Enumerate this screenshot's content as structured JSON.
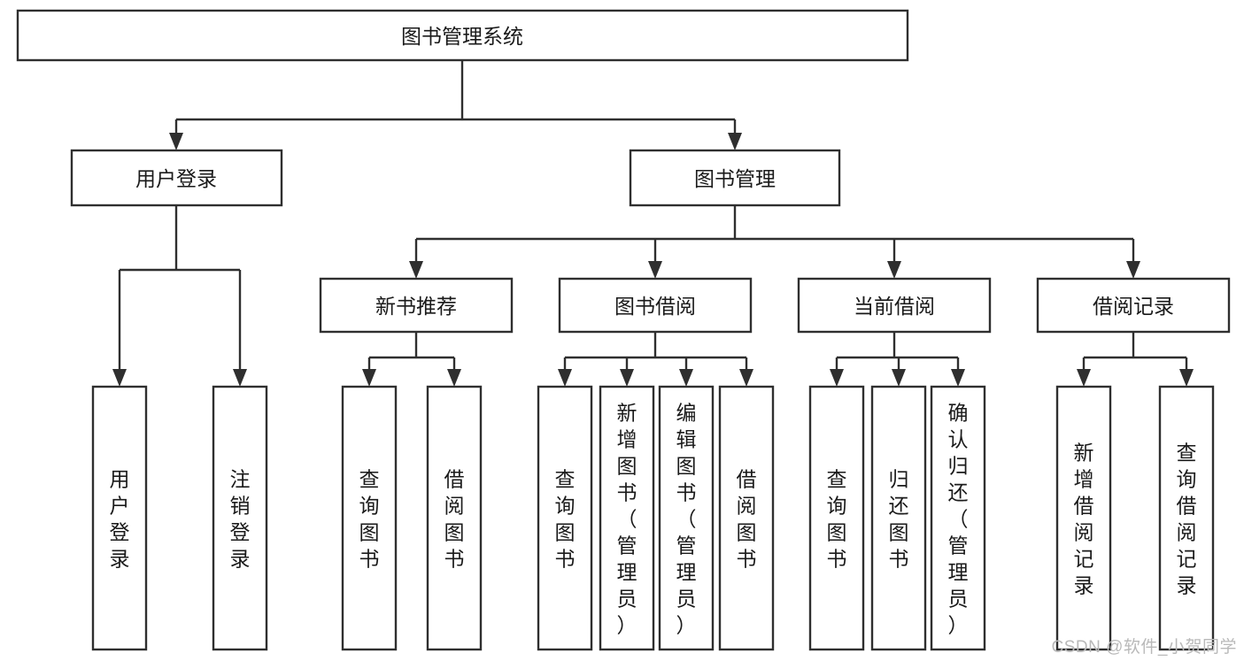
{
  "diagram": {
    "type": "tree-hierarchy",
    "title": "图书管理系统",
    "watermark": "CSDN @软件_小贺同学",
    "colors": {
      "stroke": "#2f2f2f",
      "fill": "#ffffff",
      "text": "#1a1a1a",
      "watermark": "#b9b9b9"
    },
    "nodes": {
      "root": {
        "label": "图书管理系统",
        "orientation": "horizontal"
      },
      "level2": [
        {
          "label": "用户登录",
          "orientation": "horizontal"
        },
        {
          "label": "图书管理",
          "orientation": "horizontal"
        }
      ],
      "level3": [
        {
          "label": "新书推荐",
          "orientation": "horizontal"
        },
        {
          "label": "图书借阅",
          "orientation": "horizontal"
        },
        {
          "label": "当前借阅",
          "orientation": "horizontal"
        },
        {
          "label": "借阅记录",
          "orientation": "horizontal"
        }
      ],
      "leaves_user_login": [
        {
          "label": "用户登录",
          "orientation": "vertical"
        },
        {
          "label": "注销登录",
          "orientation": "vertical"
        }
      ],
      "leaves_new_book": [
        {
          "label": "查询图书",
          "orientation": "vertical"
        },
        {
          "label": "借阅图书",
          "orientation": "vertical"
        }
      ],
      "leaves_borrow": [
        {
          "label": "查询图书",
          "orientation": "vertical"
        },
        {
          "label": "新增图书（管理员）",
          "orientation": "vertical"
        },
        {
          "label": "编辑图书（管理员）",
          "orientation": "vertical"
        },
        {
          "label": "借阅图书",
          "orientation": "vertical"
        }
      ],
      "leaves_current": [
        {
          "label": "查询图书",
          "orientation": "vertical"
        },
        {
          "label": "归还图书",
          "orientation": "vertical"
        },
        {
          "label": "确认归还（管理员）",
          "orientation": "vertical"
        }
      ],
      "leaves_records": [
        {
          "label": "新增借阅记录",
          "orientation": "vertical"
        },
        {
          "label": "查询借阅记录",
          "orientation": "vertical"
        }
      ]
    },
    "edges": [
      {
        "from": "图书管理系统",
        "to": "用户登录"
      },
      {
        "from": "图书管理系统",
        "to": "图书管理"
      },
      {
        "from": "用户登录",
        "to": "用户登录(叶)"
      },
      {
        "from": "用户登录",
        "to": "注销登录"
      },
      {
        "from": "图书管理",
        "to": "新书推荐"
      },
      {
        "from": "图书管理",
        "to": "图书借阅"
      },
      {
        "from": "图书管理",
        "to": "当前借阅"
      },
      {
        "from": "图书管理",
        "to": "借阅记录"
      },
      {
        "from": "新书推荐",
        "to": "查询图书"
      },
      {
        "from": "新书推荐",
        "to": "借阅图书"
      },
      {
        "from": "图书借阅",
        "to": "查询图书"
      },
      {
        "from": "图书借阅",
        "to": "新增图书（管理员）"
      },
      {
        "from": "图书借阅",
        "to": "编辑图书（管理员）"
      },
      {
        "from": "图书借阅",
        "to": "借阅图书"
      },
      {
        "from": "当前借阅",
        "to": "查询图书"
      },
      {
        "from": "当前借阅",
        "to": "归还图书"
      },
      {
        "from": "当前借阅",
        "to": "确认归还（管理员）"
      },
      {
        "from": "借阅记录",
        "to": "新增借阅记录"
      },
      {
        "from": "借阅记录",
        "to": "查询借阅记录"
      }
    ]
  }
}
